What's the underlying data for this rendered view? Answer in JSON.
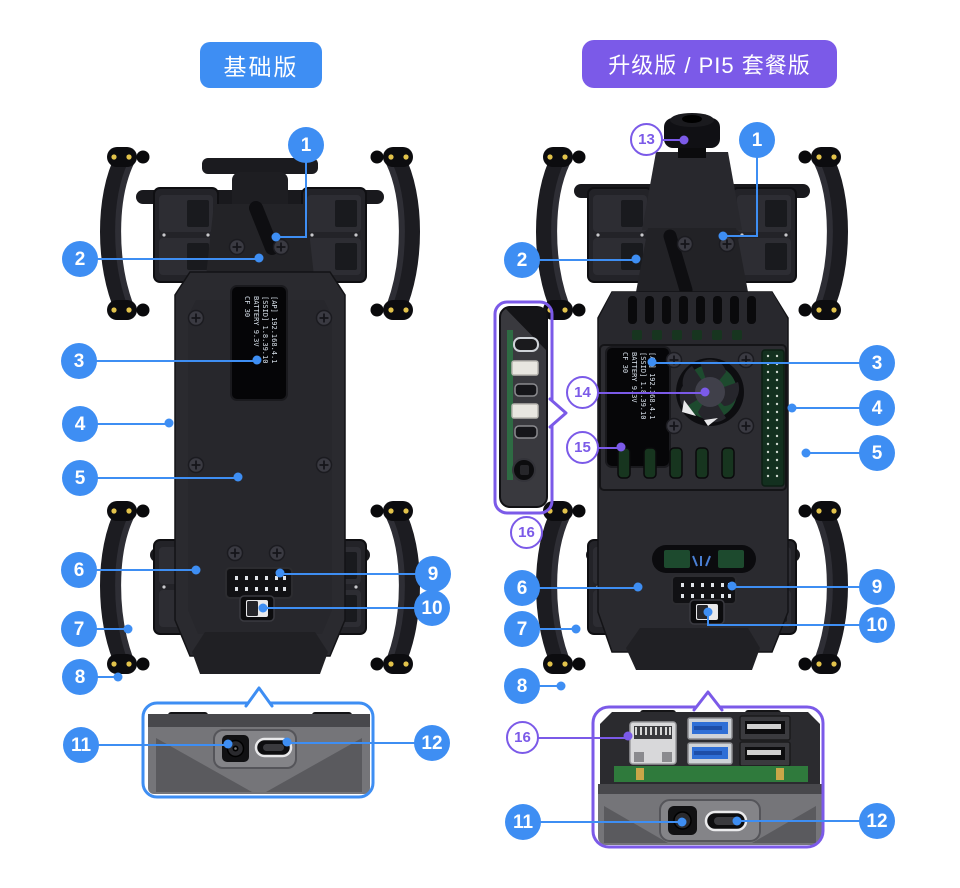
{
  "colors": {
    "accent_blue": "#3E8EF3",
    "accent_purple": "#7B5AE8",
    "background": "#FFFFFF",
    "robot_body": "#2A2A2F",
    "joint_yellow": "#E3C34B",
    "pcb_green": "#1D4A2E",
    "usb3_blue": "#2F6FD6"
  },
  "figures": {
    "basic": {
      "badge": "基础版",
      "callout_numbers": [
        "1",
        "2",
        "3",
        "4",
        "5",
        "6",
        "7",
        "8",
        "9",
        "10",
        "11",
        "12"
      ]
    },
    "upgraded": {
      "badge": "升级版 / PI5 套餐版",
      "callout_numbers_blue": [
        "1",
        "2",
        "3",
        "4",
        "5",
        "6",
        "7",
        "8",
        "9",
        "10",
        "11",
        "12"
      ],
      "callout_numbers_purple": [
        "13",
        "14",
        "15",
        "16",
        "16"
      ]
    }
  },
  "oled_display": {
    "lines": [
      "[AP] 192.168.4.1",
      "[SSID] 1.8.39.10",
      "BATTERY 9.3V",
      "CF 30"
    ]
  }
}
